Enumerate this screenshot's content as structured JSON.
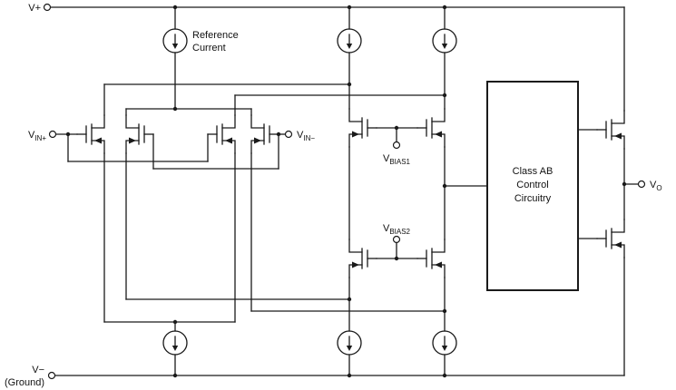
{
  "diagram": {
    "rails": {
      "vplus": "V+",
      "vminus": "V−",
      "ground": "(Ground)"
    },
    "labels": {
      "reference_current_line1": "Reference",
      "reference_current_line2": "Current",
      "vin_plus": {
        "base": "V",
        "sub": "IN+"
      },
      "vin_minus": {
        "base": "V",
        "sub": "IN−"
      },
      "vbias1": {
        "base": "V",
        "sub": "BIAS1"
      },
      "vbias2": {
        "base": "V",
        "sub": "BIAS2"
      },
      "vout": {
        "base": "V",
        "sub": "O"
      },
      "class_ab": {
        "line1": "Class AB",
        "line2": "Control",
        "line3": "Circuitry"
      }
    },
    "colors": {
      "stroke": "#1a1a1a",
      "background": "#ffffff"
    }
  }
}
